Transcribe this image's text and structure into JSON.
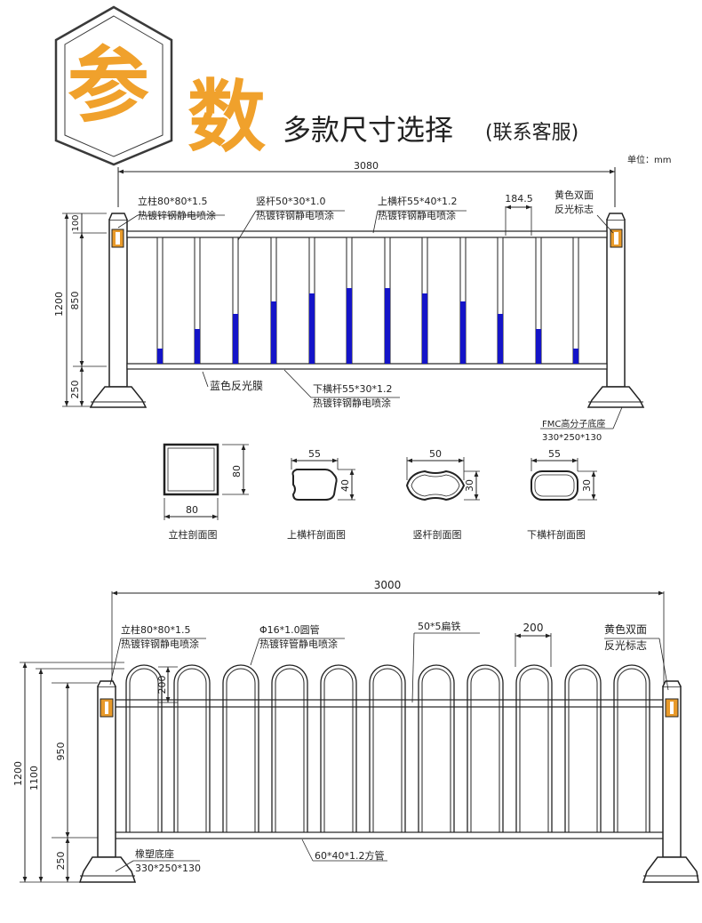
{
  "header": {
    "char1": "参",
    "char2": "数",
    "subtitle": "多款尺寸选择",
    "note": "(联系客服)",
    "accent_color": "#f0a12c",
    "hexagon_color": "#3a3a3a"
  },
  "top_drawing": {
    "unit_label": "单位：mm",
    "total_width": "3080",
    "height_total": "1200",
    "height_top": "100",
    "height_mid": "850",
    "height_bottom": "250",
    "spacing": "184.5",
    "post_label_1": "立柱80*80*1.5",
    "post_label_2": "热镀锌钢静电喷涂",
    "picket_label_1": "竖杆50*30*1.0",
    "picket_label_2": "热镀锌钢静电喷涂",
    "top_rail_label_1": "上横杆55*40*1.2",
    "top_rail_label_2": "热镀锌钢静电喷涂",
    "reflector_label_1": "黄色双面",
    "reflector_label_2": "反光标志",
    "blue_film_label": "蓝色反光膜",
    "bottom_rail_label_1": "下横杆55*30*1.2",
    "bottom_rail_label_2": "热镀锌钢静电喷涂",
    "base_label_1": "FMC高分子底座",
    "base_label_2": "330*250*130",
    "blue_color": "#1414c8",
    "reflector_color": "#e89a2a"
  },
  "sections": [
    {
      "caption": "立柱剖面图",
      "dim_w": "80",
      "dim_h": "80"
    },
    {
      "caption": "上横杆剖面图",
      "dim_w": "55",
      "dim_h": "40"
    },
    {
      "caption": "竖杆剖面图",
      "dim_w": "50",
      "dim_h": "30"
    },
    {
      "caption": "下横杆剖面图",
      "dim_w": "55",
      "dim_h": "30"
    }
  ],
  "bottom_drawing": {
    "total_width": "3000",
    "height_total": "1200",
    "height_1100": "1100",
    "height_950": "950",
    "height_250": "250",
    "arch_height": "200",
    "spacing": "200",
    "post_label_1": "立柱80*80*1.5",
    "post_label_2": "热镀锌钢静电喷涂",
    "pipe_label_1": "Φ16*1.0圆管",
    "pipe_label_2": "热镀锌管静电喷涂",
    "flat_bar_label": "50*5扁铁",
    "reflector_label_1": "黄色双面",
    "reflector_label_2": "反光标志",
    "base_label_1": "橡塑底座",
    "base_label_2": "330*250*130",
    "bottom_rail_label": "60*40*1.2方管"
  }
}
